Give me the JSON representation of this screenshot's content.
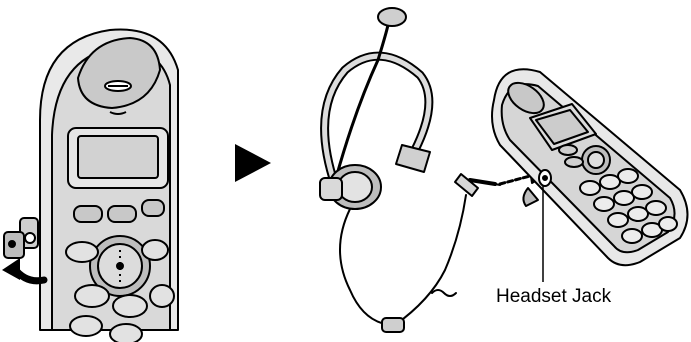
{
  "labels": {
    "headset_jack": "Headset Jack"
  },
  "icons": {
    "step_arrow": "right-triangle-arrow",
    "rotate_arrow": "curved-arrow"
  },
  "colors": {
    "line": "#000000",
    "fill_light": "#e6e6e6",
    "fill_mid": "#c8c8c8",
    "fill_dark": "#8c8c8c",
    "background": "#ffffff"
  }
}
